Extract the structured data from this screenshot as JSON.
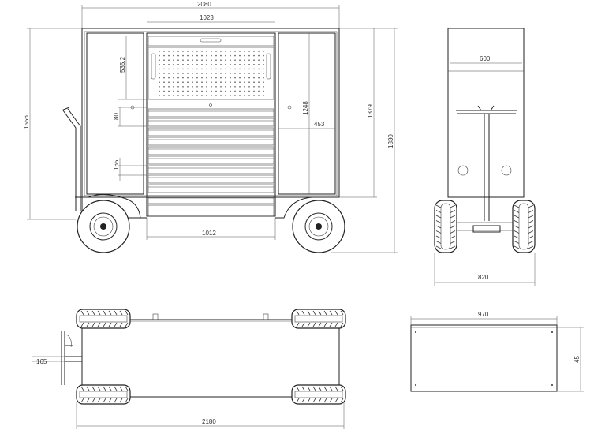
{
  "drawing": {
    "dims": {
      "overall_width": "2080",
      "top_drawer_width": "1023",
      "panel_height": "535,2",
      "drawer_gap": "80",
      "drawer_height": "165",
      "door_height": "1248",
      "door_width": "453",
      "body_height": "1379",
      "total_height": "1830",
      "overall_height": "1556",
      "bottom_width": "1012",
      "side_depth": "600",
      "side_total": "820",
      "top_handle": "165",
      "top_length": "2180",
      "box_width": "970",
      "box_height": "45"
    }
  }
}
